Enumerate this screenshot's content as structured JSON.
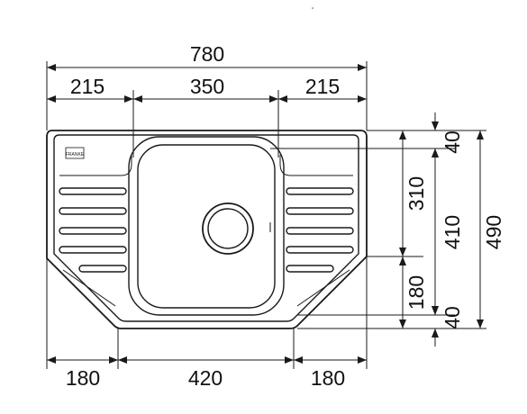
{
  "dimensions": {
    "top_overall": "780",
    "top_left": "215",
    "top_center": "350",
    "top_right": "215",
    "bottom_left": "180",
    "bottom_center": "420",
    "bottom_right": "180",
    "right_top": "40",
    "right_depth_upper": "310",
    "right_depth_lower": "180",
    "right_bottom": "40",
    "right_inner": "410",
    "right_overall": "490"
  },
  "logo": {
    "text": "FRANKE"
  }
}
